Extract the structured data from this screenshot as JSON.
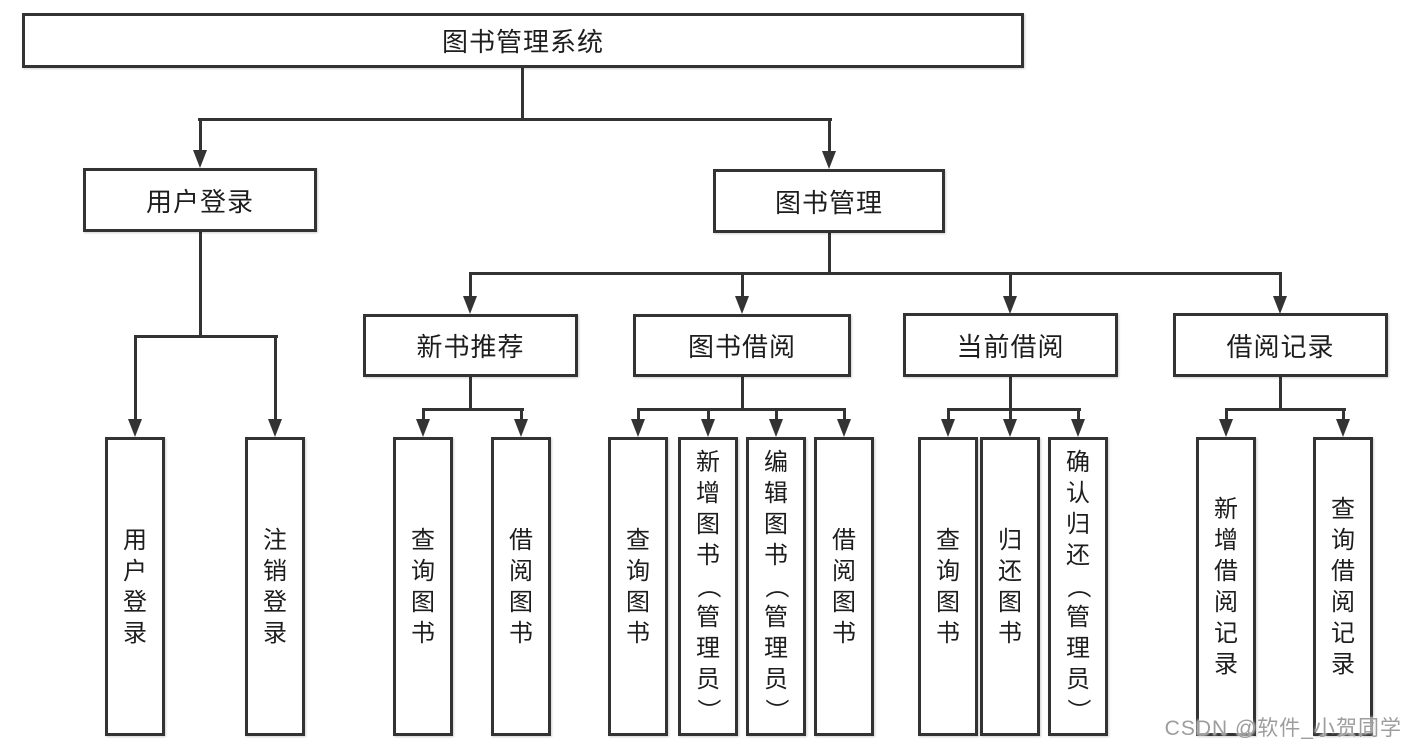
{
  "background_color": "#ffffff",
  "line_color": "#333333",
  "text_color": "#1d1d1d",
  "watermark_color": "#9d9d9d",
  "watermark": "CSDN @软件_小贺同学",
  "tree": {
    "root": {
      "label": "图书管理系统",
      "children": [
        {
          "label": "用户登录",
          "children": [
            {
              "label": "用户登录"
            },
            {
              "label": "注销登录"
            }
          ]
        },
        {
          "label": "图书管理",
          "children": [
            {
              "label": "新书推荐",
              "children": [
                {
                  "label": "查询图书"
                },
                {
                  "label": "借阅图书"
                }
              ]
            },
            {
              "label": "图书借阅",
              "children": [
                {
                  "label": "查询图书"
                },
                {
                  "label": "新增图书（管理员）"
                },
                {
                  "label": "编辑图书（管理员）"
                },
                {
                  "label": "借阅图书"
                }
              ]
            },
            {
              "label": "当前借阅",
              "children": [
                {
                  "label": "查询图书"
                },
                {
                  "label": "归还图书"
                },
                {
                  "label": "确认归还（管理员）"
                }
              ]
            },
            {
              "label": "借阅记录",
              "children": [
                {
                  "label": "新增借阅记录"
                },
                {
                  "label": "查询借阅记录"
                }
              ]
            }
          ]
        }
      ]
    }
  }
}
